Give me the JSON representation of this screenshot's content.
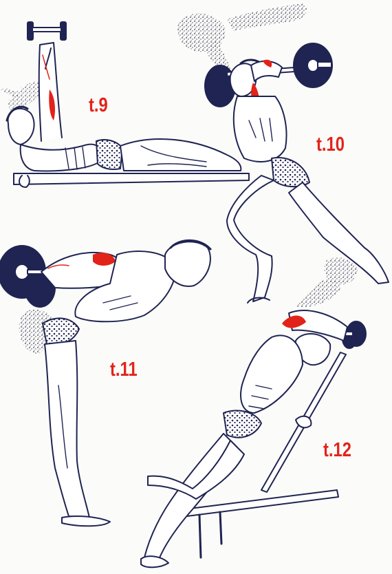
{
  "palette": {
    "paper": "#fbfbf9",
    "ink": "#1f2452",
    "accent_red": "#e2231a",
    "stipple": "#3a3a55"
  },
  "exercises": [
    {
      "label": "t.9",
      "figure": "supine-dumbbell-raise-on-bench"
    },
    {
      "label": "t.10",
      "figure": "standing-barbell-overhead-lunge"
    },
    {
      "label": "t.11",
      "figure": "bent-over-barbell-row"
    },
    {
      "label": "t.12",
      "figure": "incline-bench-dumbbell-raise"
    }
  ]
}
